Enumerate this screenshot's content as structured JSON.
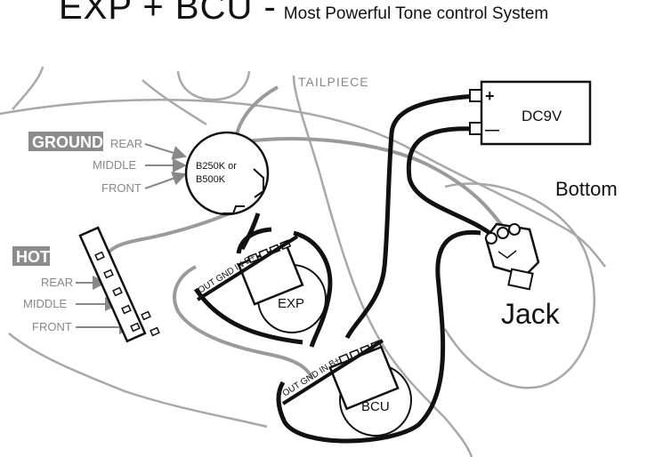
{
  "title": {
    "main": "EXP + BCU -",
    "sub": "Most Powerful Tone control System"
  },
  "labels": {
    "tailpiece": "TAILPIECE",
    "ground": "GROUND",
    "hot": "HOT",
    "rear": "REAR",
    "middle": "MIDDLE",
    "front": "FRONT",
    "pot_value_1": "B250K or",
    "pot_value_2": "B500K",
    "battery": "DC9V",
    "battery_plus": "+",
    "battery_minus": "—",
    "bottom": "Bottom",
    "jack": "Jack",
    "exp": "EXP",
    "bcu": "BCU",
    "pins": "OUT GND IN B+"
  },
  "colors": {
    "wire_black": "#111111",
    "wire_gray": "#9a9a9a",
    "outline_gray": "#a8a8a8",
    "tag_bg": "#8c8c8c",
    "tag_text": "#ffffff"
  }
}
